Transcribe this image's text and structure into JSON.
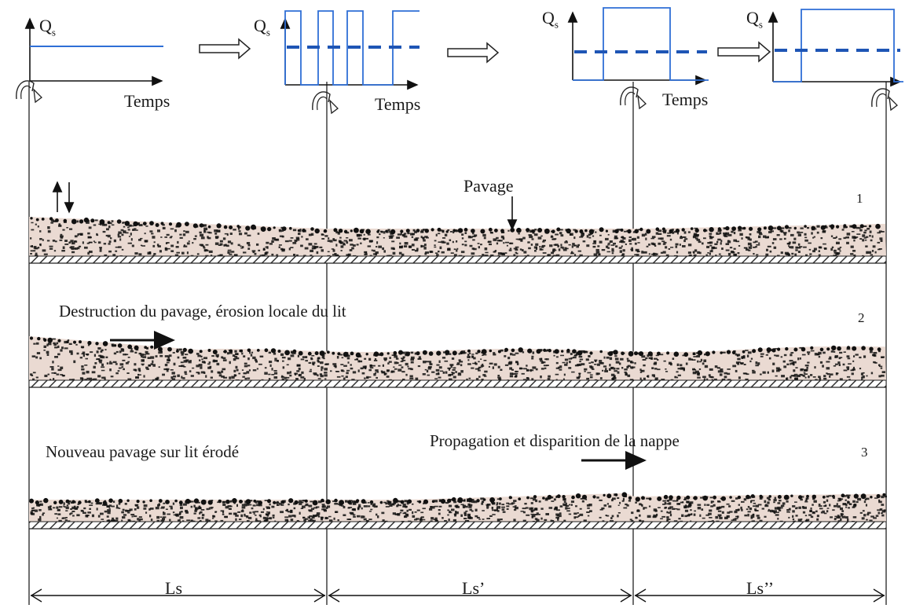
{
  "graphs": [
    {
      "axis_label": "Q",
      "axis_sub": "s",
      "time_label": "Temps"
    },
    {
      "axis_label": "Q",
      "axis_sub": "s",
      "time_label": "Temps"
    },
    {
      "axis_label": "Q",
      "axis_sub": "s",
      "time_label": "Temps"
    },
    {
      "axis_label": "Q",
      "axis_sub": "s",
      "time_label": ""
    }
  ],
  "panels": [
    {
      "number": "1",
      "annotation": "Pavage"
    },
    {
      "number": "2",
      "annotation": "Destruction du pavage, érosion locale du lit"
    },
    {
      "number": "3",
      "annotation": "Nouveau pavage sur lit érodé",
      "annotation_b": "Propagation et disparition de la nappe"
    }
  ],
  "segments": [
    "Ls",
    "Ls’",
    "Ls’’"
  ],
  "colors": {
    "signal": "#2f6fd6",
    "mean": "#1e55b5",
    "line": "#222222",
    "bed": "#eadad2",
    "grain": "#111111"
  }
}
